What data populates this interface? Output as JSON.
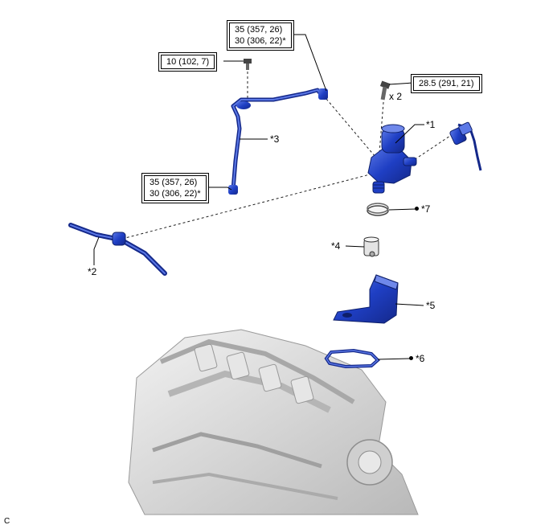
{
  "torque_specs": {
    "top_center": {
      "line1": "35 (357, 26)",
      "line2": "30 (306, 22)*"
    },
    "top_left": {
      "line1": "10 (102, 7)"
    },
    "right": {
      "line1": "28.5 (291, 21)"
    },
    "left_middle": {
      "line1": "35 (357, 26)",
      "line2": "30 (306, 22)*"
    }
  },
  "quantities": {
    "bolts": "x 2"
  },
  "part_labels": {
    "p1": "*1",
    "p2": "*2",
    "p3": "*3",
    "p4": "*4",
    "p5": "*5",
    "p6": "*6",
    "p7": "*7"
  },
  "corner_code": "C",
  "colors": {
    "part_blue": "#1f3fc4",
    "part_blue_dark": "#14288a",
    "part_blue_light": "#5b78e6",
    "engine_gray": "#d8d8d8"
  }
}
